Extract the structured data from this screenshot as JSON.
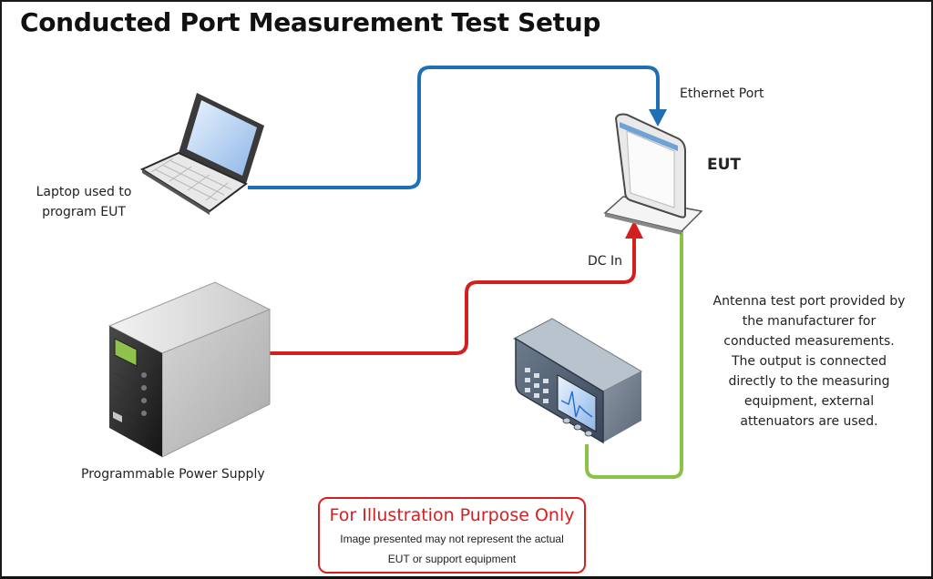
{
  "title": "Conducted Port Measurement Test Setup",
  "labels": {
    "laptop": "Laptop used to program EUT",
    "ethernet": "Ethernet Port",
    "eut": "EUT",
    "dc_in": "DC In",
    "antenna": "Antenna test port provided by the manufacturer for conducted measurements. The output is connected directly to the measuring equipment, external attenuators are used.",
    "power_supply": "Programmable Power Supply"
  },
  "notice": {
    "title": "For Illustration Purpose Only",
    "subtitle": "Image presented may not represent the actual EUT or support equipment"
  },
  "colors": {
    "ethernet_cable": "#1f6fb5",
    "power_cable": "#d41f1f",
    "rf_cable": "#8bc34a",
    "notice_border": "#d42020"
  },
  "devices": [
    "laptop-icon",
    "router-icon",
    "power-supply-icon",
    "measuring-equipment-icon"
  ]
}
